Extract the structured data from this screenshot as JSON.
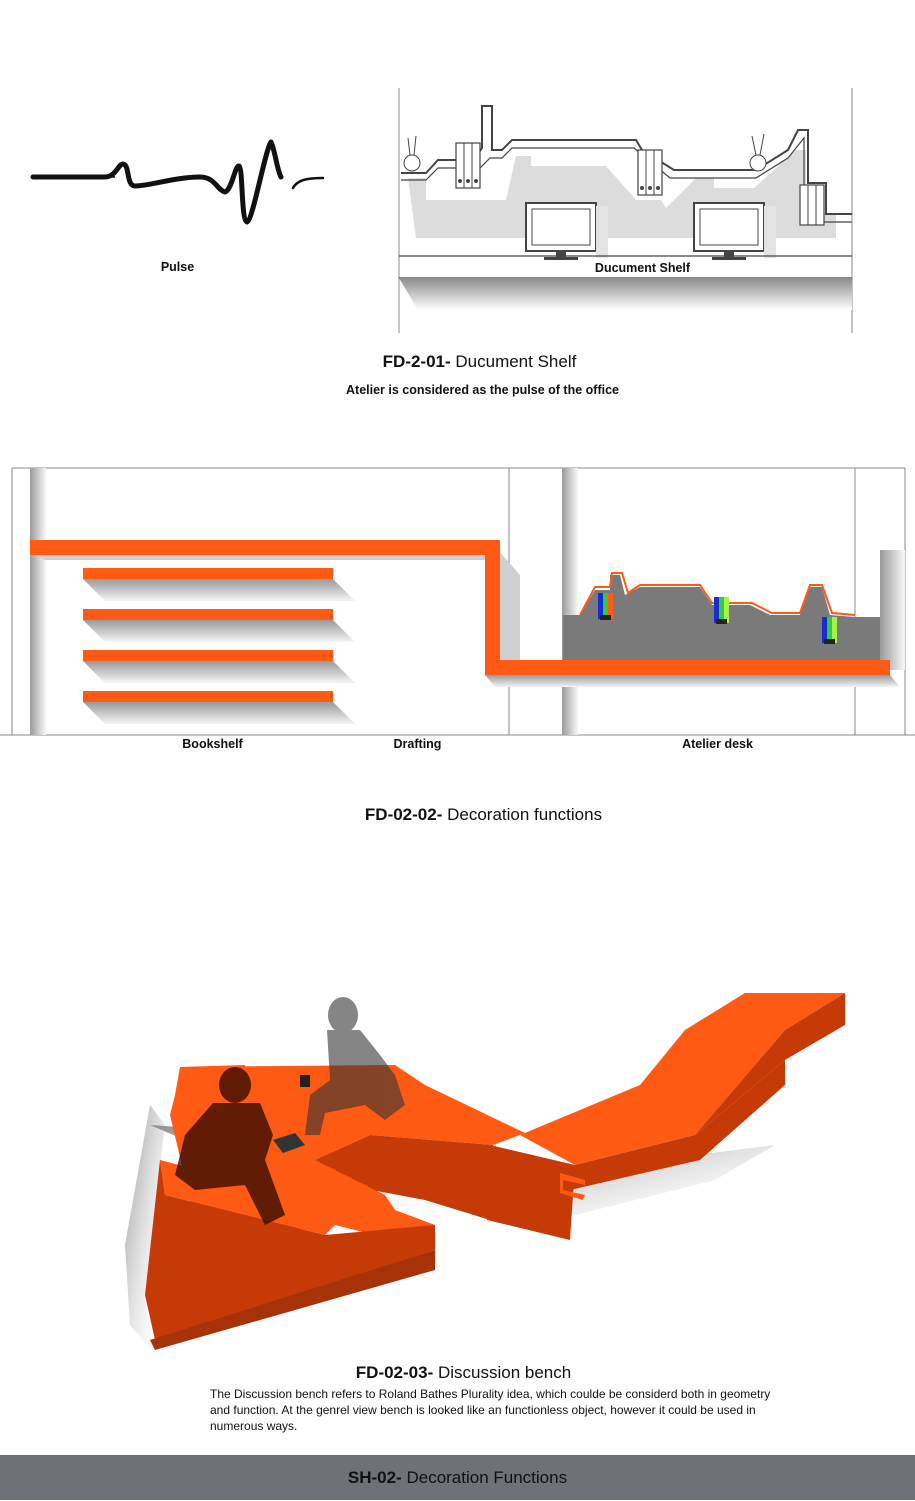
{
  "section1": {
    "pulse_label": "Pulse",
    "shelf_label": "Ducument Shelf",
    "caption_code": "FD-2-01-",
    "caption_title": " Ducument Shelf",
    "subtitle": "Atelier is considered as the pulse of the office"
  },
  "section2": {
    "labels": [
      "Bookshelf",
      "Drafting",
      "Atelier desk"
    ],
    "caption_code": "FD-02-02-",
    "caption_title": " Decoration functions"
  },
  "section3": {
    "caption_code": "FD-02-03-",
    "caption_title": " Discussion bench",
    "description": "The Discussion bench refers to Roland Bathes Plurality idea, which coulde be considerd both in geometry and function. At the genrel view bench is looked like an functionless object, however it could be used in numerous ways."
  },
  "footer": {
    "code": "SH-02-",
    "title": " Decoration Functions"
  },
  "colors": {
    "accent_orange": "#ff5a14",
    "dark_orange": "#c63a08",
    "shadow_grey": "#7f7f7f",
    "footer_bar": "#6e7176"
  }
}
